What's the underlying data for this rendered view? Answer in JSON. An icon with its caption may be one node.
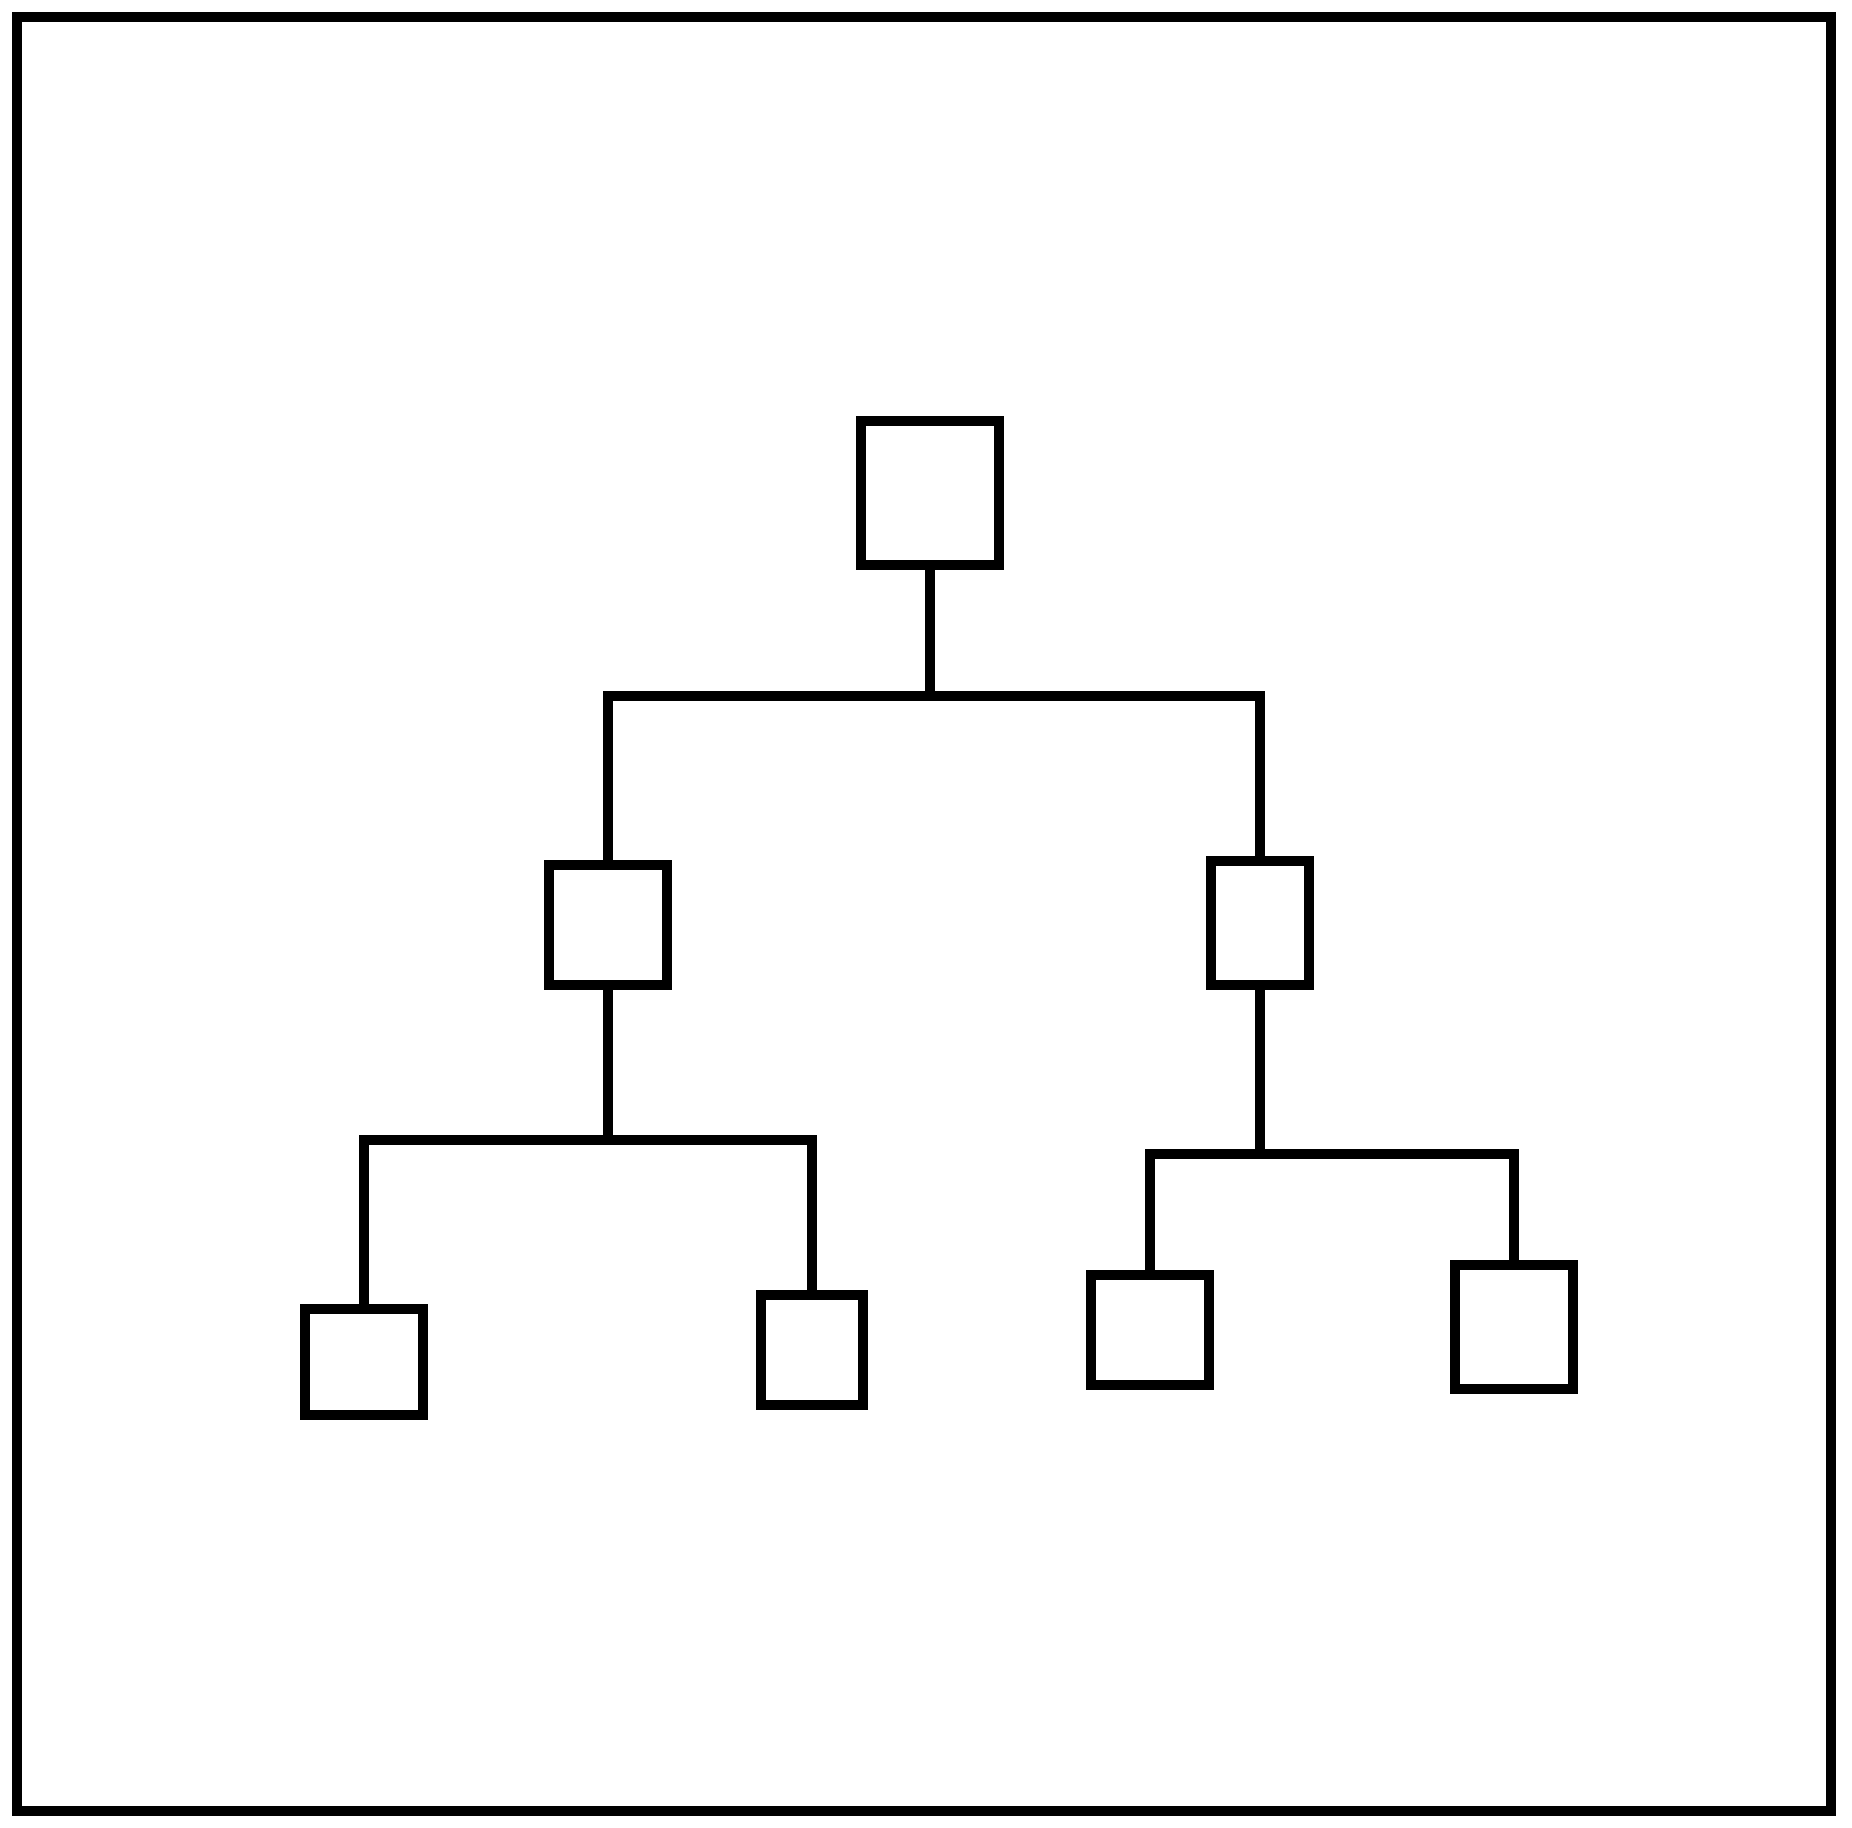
{
  "diagram": {
    "nodes": [
      {
        "text": [],
        "shape": "box"
      },
      {
        "text": [],
        "shape": "box"
      },
      {
        "text": [],
        "shape": "box"
      },
      {
        "text": [],
        "shape": "box"
      },
      {
        "text": [],
        "shape": "box"
      },
      {
        "text": [],
        "shape": "box"
      },
      {
        "text": [],
        "shape": "box"
      }
    ],
    "edges": [
      {
        "from": 0,
        "to": 1,
        "arrow": "none"
      },
      {
        "from": 0,
        "to": 2,
        "arrow": "none"
      },
      {
        "from": 1,
        "to": 3,
        "arrow": "none"
      },
      {
        "from": 1,
        "to": 4,
        "arrow": "none"
      },
      {
        "from": 2,
        "to": 5,
        "arrow": "none"
      },
      {
        "from": 2,
        "to": 6,
        "arrow": "none"
      }
    ]
  }
}
